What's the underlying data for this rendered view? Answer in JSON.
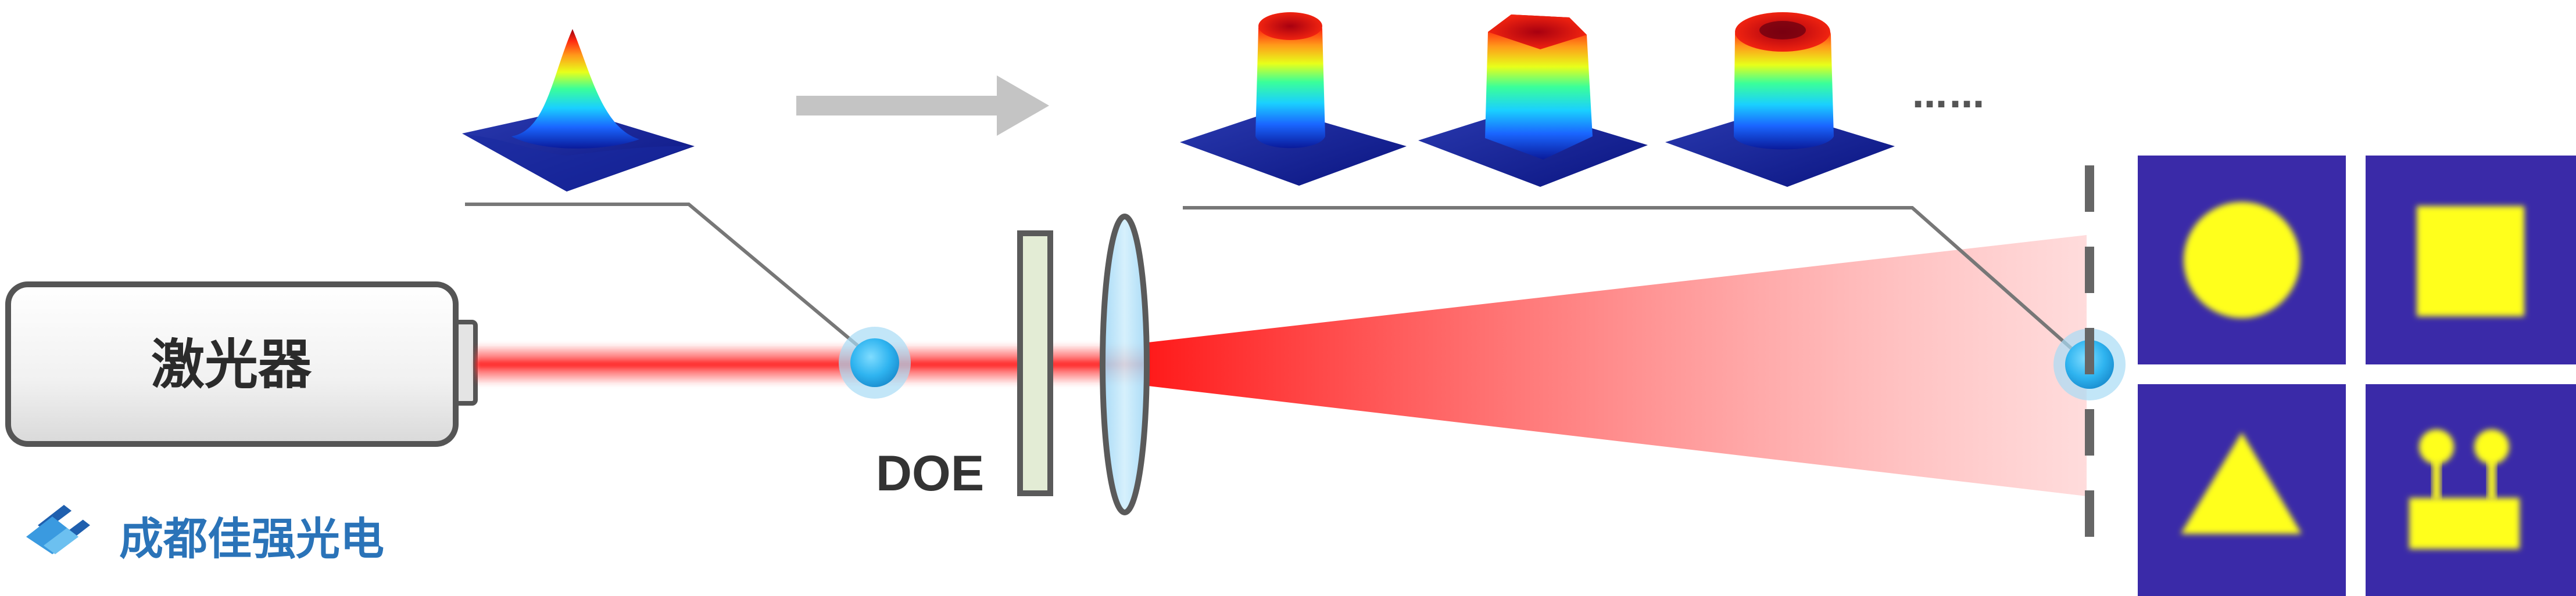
{
  "laser": {
    "label": "激光器"
  },
  "element": {
    "label": "DOE"
  },
  "brand": {
    "name": "成都佳强光电",
    "color": "#2a73b8"
  },
  "beam_profiles": {
    "input": "gaussian",
    "outputs": [
      "flat-top-circular",
      "flat-top-square",
      "flat-top-ring"
    ],
    "ellipsis": "……"
  },
  "target_patterns": [
    "circle",
    "square",
    "triangle",
    "custom-shape"
  ],
  "colors": {
    "beam": "#ff2a2a",
    "pattern_background": "#3a2aa8",
    "pattern_fill": "#ffff1a",
    "marker": "#2fb4f0",
    "arrow": "#c4c4c4"
  }
}
